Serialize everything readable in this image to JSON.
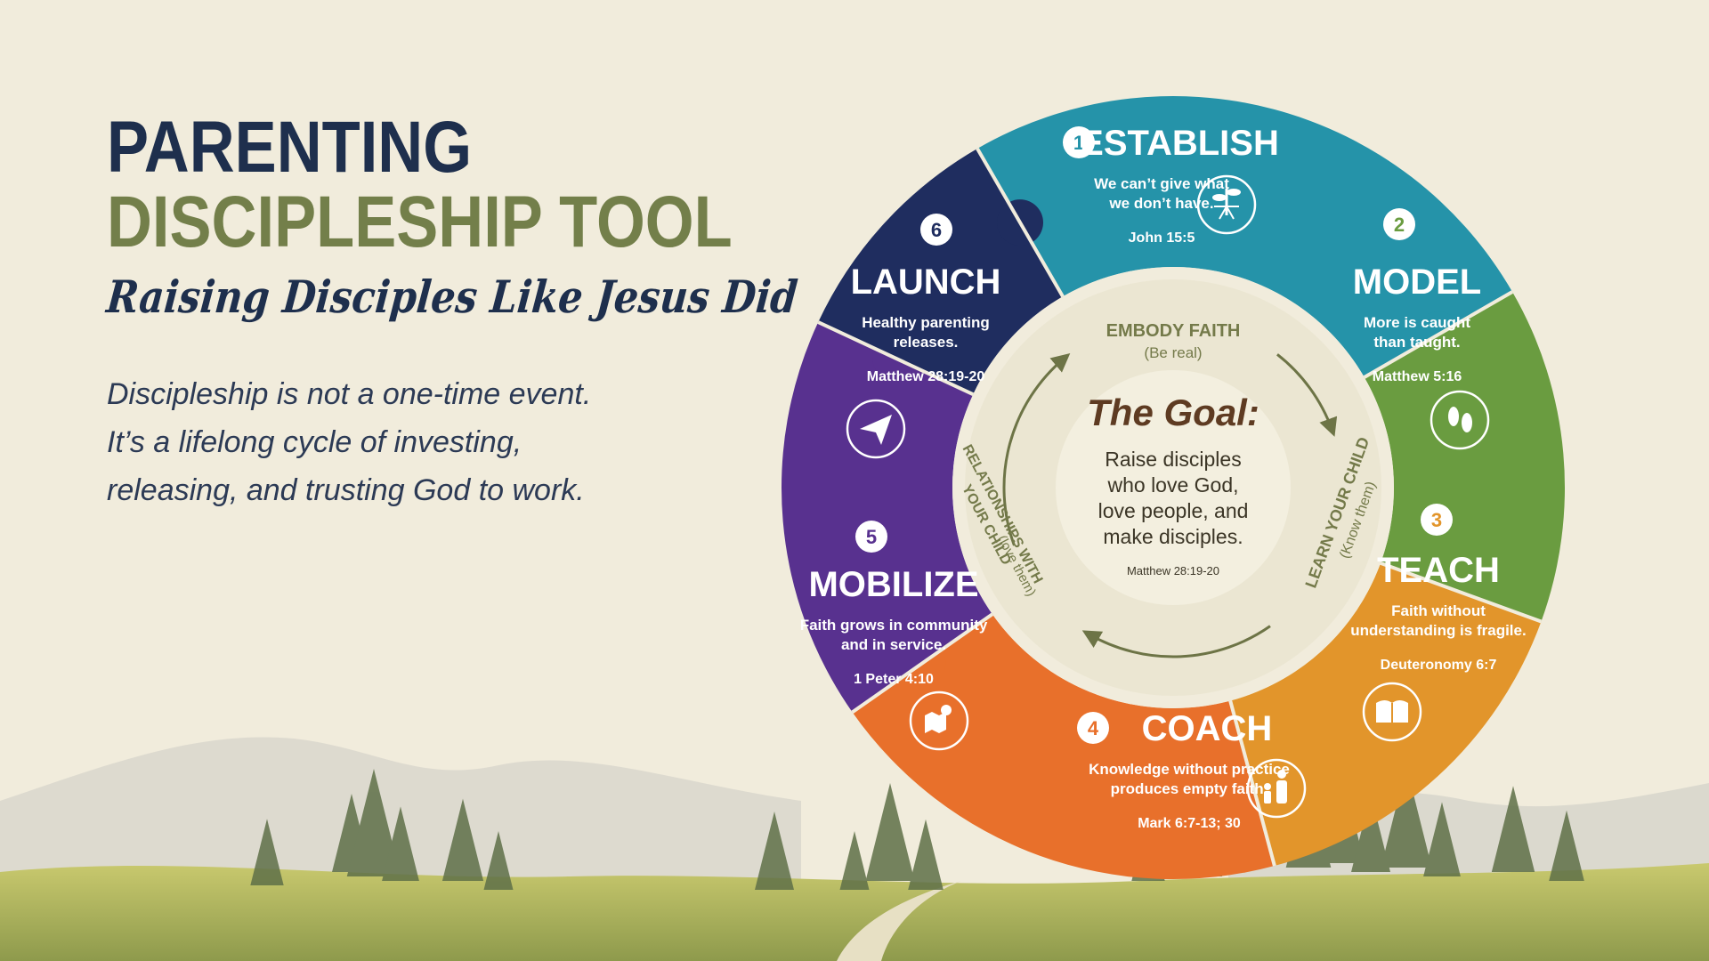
{
  "header": {
    "title_line1": "PARENTING",
    "title_line2": "DISCIPLESHIP TOOL",
    "tagline": "Raising Disciples Like Jesus Did"
  },
  "description": [
    "Discipleship is not a one-time event.",
    "It’s a lifelong cycle of investing,",
    "releasing, and trusting God to work."
  ],
  "colors": {
    "background": "#f1ecdc",
    "navy": "#1e2f4d",
    "olive": "#737f4a",
    "establish": "#2593a9",
    "model": "#6a9c40",
    "teach": "#e2952b",
    "coach": "#e8702b",
    "mobilize": "#58318f",
    "launch": "#1f2d5f",
    "inner_ring": "#ebe6d2",
    "center": "#f3efdf",
    "goal_brown": "#5e3b22",
    "inner_text": "#747a4a"
  },
  "steps": [
    {
      "key": "establish",
      "number": "1",
      "title": "ESTABLISH",
      "lines": [
        "We can’t give what",
        "we don’t have."
      ],
      "verse": "John 15:5",
      "icon": "plant-roots-icon"
    },
    {
      "key": "model",
      "number": "2",
      "title": "MODEL",
      "lines": [
        "More is caught",
        "than taught."
      ],
      "verse": "Matthew 5:16",
      "icon": "footprints-icon"
    },
    {
      "key": "teach",
      "number": "3",
      "title": "TEACH",
      "lines": [
        "Faith without",
        "understanding is fragile."
      ],
      "verse": "Deuteronomy 6:7",
      "icon": "open-book-icon"
    },
    {
      "key": "coach",
      "number": "4",
      "title": "COACH",
      "lines": [
        "Knowledge without practice",
        "produces empty faith."
      ],
      "verse": "Mark 6:7-13; 30",
      "icon": "parent-child-icon"
    },
    {
      "key": "mobilize",
      "number": "5",
      "title": "MOBILIZE",
      "lines": [
        "Faith grows in community",
        "and in service."
      ],
      "verse": "1 Peter 4:10",
      "icon": "map-pin-icon"
    },
    {
      "key": "launch",
      "number": "6",
      "title": "LAUNCH",
      "lines": [
        "Healthy parenting",
        "releases."
      ],
      "verse": "Matthew 28:19-20",
      "icon": "paper-plane-icon"
    }
  ],
  "inner_ring": {
    "top": {
      "label": "EMBODY FAITH",
      "sub": "(Be real)"
    },
    "right": {
      "label": "LEARN YOUR CHILD",
      "sub": "(Know them)"
    },
    "left": {
      "label": "RELATIONSHIPS WITH",
      "label2": "YOUR CHILD",
      "sub": "(love them)"
    }
  },
  "goal": {
    "heading": "The Goal:",
    "lines": [
      "Raise disciples",
      "who love God,",
      "love people, and",
      "make disciples."
    ],
    "verse": "Matthew 28:19-20"
  }
}
